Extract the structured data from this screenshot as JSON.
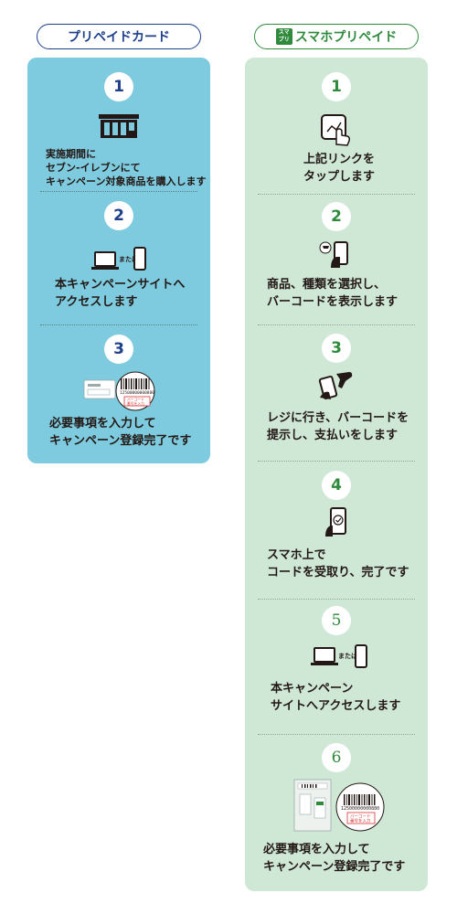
{
  "left_header": "プリペイドカード",
  "right_header": {
    "badge": "スマ プリ",
    "label": "スマホプリペイド"
  },
  "left_steps": [
    {
      "number": "1",
      "text": [
        "実施期間に",
        "セブン‐イレブンにて",
        "キャンペーン対象商品を購入します"
      ]
    },
    {
      "number": "2",
      "device_label": "または",
      "text": [
        "本キャンペーンサイトへ",
        "アクセスします"
      ]
    },
    {
      "number": "3",
      "card": {
        "barcode_number": "12500000000880",
        "label_line1": "バーコード",
        "label_line2": "番号を入力"
      },
      "text": [
        "必要事項を入力して",
        "キャンペーン登録完了です"
      ]
    }
  ],
  "right_steps": [
    {
      "number": "1",
      "text": [
        "上記リンクを",
        "タップします"
      ]
    },
    {
      "number": "2",
      "text": [
        "商品、種類を選択し、",
        "バーコードを表示します"
      ]
    },
    {
      "number": "3",
      "text": [
        "レジに行き、バーコードを",
        "提示し、支払いをします"
      ]
    },
    {
      "number": "4",
      "text": [
        "スマホ上で",
        "コードを受取り、完了です"
      ]
    },
    {
      "number": "5",
      "device_label": "または",
      "text": [
        "本キャンペーン",
        "サイトへアクセスします"
      ]
    },
    {
      "number": "6",
      "card": {
        "barcode_number": "12500000000880",
        "label_line1": "バーコード",
        "label_line2": "番号を入力"
      },
      "text": [
        "必要事項を入力して",
        "キャンペーン登録完了です"
      ]
    }
  ]
}
